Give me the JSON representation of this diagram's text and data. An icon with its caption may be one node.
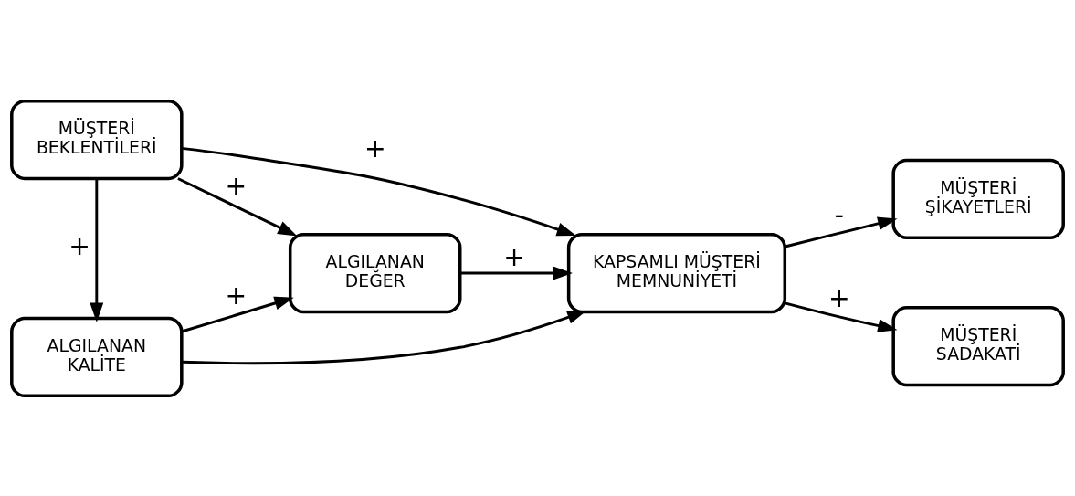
{
  "diagram": {
    "nodes": [
      {
        "text": [
          "ALGILANAN KALİTE"
        ]
      },
      {
        "text": [
          "MÜŞTERİ ŞİKAYETLERİ"
        ]
      },
      {
        "text": [
          "ALGILANAN DEĞER"
        ]
      },
      {
        "text": [
          "KAPSAMLI MÜŞTERİ MEMNUNİYETİ"
        ]
      },
      {
        "text": [
          "MÜŞTERİ BEKLENTİLERİ"
        ]
      },
      {
        "text": [
          "MÜŞTERİ SADAKATİ"
        ]
      }
    ],
    "edges": [
      {
        "from": 4,
        "to": 0,
        "arrow": "to",
        "label": "+"
      },
      {
        "from": 0,
        "to": 2,
        "arrow": "to",
        "label": "+"
      },
      {
        "from": 0,
        "to": 3,
        "arrow": "to"
      },
      {
        "from": 4,
        "to": 2,
        "arrow": "to",
        "label": "+"
      },
      {
        "from": 4,
        "to": 3,
        "arrow": "to",
        "label": "+"
      },
      {
        "from": 2,
        "to": 3,
        "arrow": "to",
        "label": "+"
      },
      {
        "from": 3,
        "to": 1,
        "arrow": "to",
        "label": "-"
      },
      {
        "from": 3,
        "to": 5,
        "arrow": "to",
        "label": "+"
      }
    ]
  }
}
